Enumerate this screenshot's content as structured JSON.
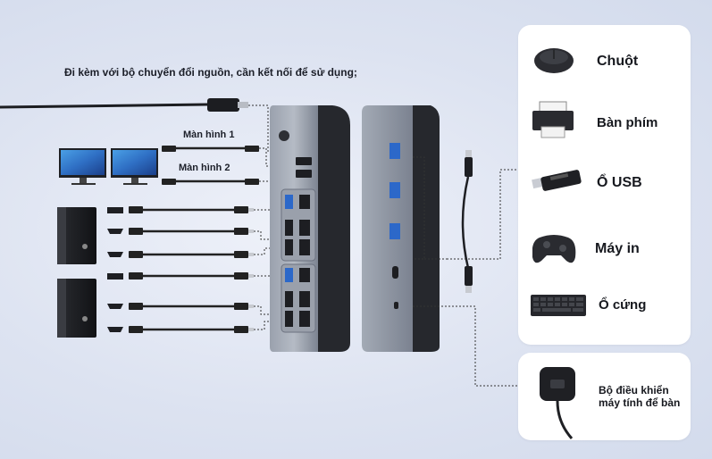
{
  "intro_note": "Đi kèm với bộ chuyển đổi nguồn, cần kết nối để sử dụng;",
  "monitor_labels": [
    "Màn hình 1",
    "Màn hình 2"
  ],
  "peripherals": [
    {
      "label": "Chuột",
      "icon": "mouse-icon"
    },
    {
      "label": "Bàn phím",
      "icon": "printer-icon"
    },
    {
      "label": "Ổ USB",
      "icon": "usb-drive-icon"
    },
    {
      "label": "Máy in",
      "icon": "gamepad-icon"
    },
    {
      "label": "Ổ cứng",
      "icon": "keyboard-icon"
    }
  ],
  "controller": {
    "label_line1": "Bộ điều khiển",
    "label_line2": "máy tính để bàn",
    "icon": "desktop-controller-icon"
  },
  "colors": {
    "background": "#dfe5f2",
    "device_body": "#8c93a0",
    "device_dark": "#2b2d33",
    "port_blue": "#3b78e0"
  }
}
